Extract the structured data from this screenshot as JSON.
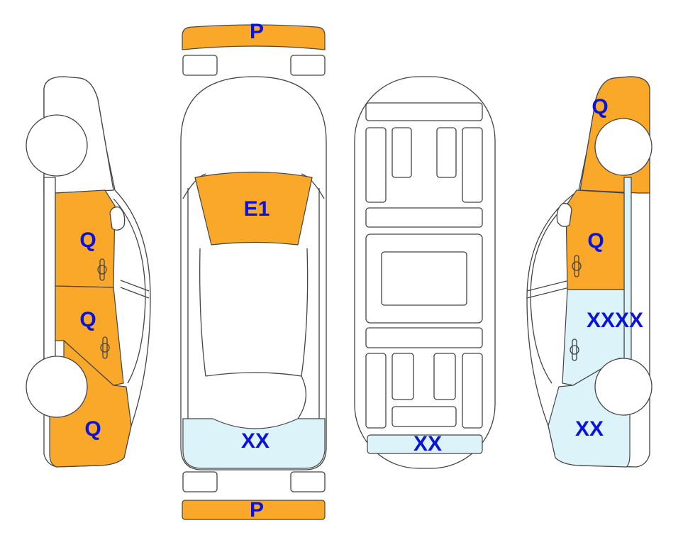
{
  "diagram": {
    "colors": {
      "paint_damage": "#F9A82A",
      "scratch": "#DDF3FA",
      "label": "#0A14D8"
    },
    "front_bumper": {
      "code": "P"
    },
    "rear_bumper": {
      "code": "P"
    },
    "top_view": {
      "windshield": "E1",
      "rear": "XX"
    },
    "underside": {
      "rear": "XX"
    },
    "left_side": {
      "front_door": "Q",
      "rear_door": "Q",
      "rear_quarter": "Q"
    },
    "right_side": {
      "front_fender": "Q",
      "front_door": "Q",
      "rear_door": "XXXX",
      "rear_quarter": "XX"
    }
  }
}
